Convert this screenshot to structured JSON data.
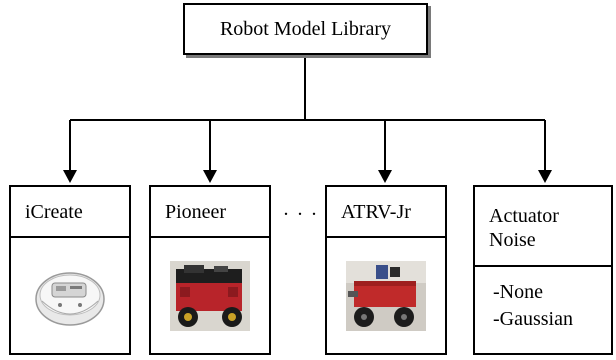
{
  "root": {
    "label": "Robot Model Library"
  },
  "nodes": [
    {
      "id": "icreate",
      "label": "iCreate",
      "image": "icreate-robot-photo"
    },
    {
      "id": "pioneer",
      "label": "Pioneer",
      "image": "pioneer-robot-photo"
    },
    {
      "id": "atrv",
      "label": "ATRV-Jr",
      "image": "atrv-jr-robot-photo"
    },
    {
      "id": "noise",
      "label_line1": "Actuator",
      "label_line2": "Noise",
      "options": [
        "-None",
        "-Gaussian"
      ]
    }
  ],
  "ellipsis": ". . .",
  "colors": {
    "line": "#000000",
    "shadow": "#7a7a7a",
    "robot_red": "#b8242a",
    "robot_dark": "#222222"
  }
}
